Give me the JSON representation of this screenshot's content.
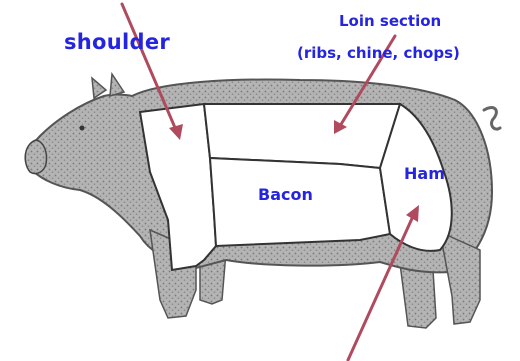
{
  "labels": {
    "shoulder": "shoulder",
    "loin_line1": "Loin section",
    "loin_line2": "(ribs, chine, chops)",
    "bacon": "Bacon",
    "ham": "Ham"
  },
  "colors": {
    "label_text": "#2525e0",
    "arrow": "#b04a5e",
    "pig_fill": "#a9a9a9",
    "pig_outline": "#555555",
    "cut_fill": "#ffffff",
    "cut_line": "#333333"
  }
}
